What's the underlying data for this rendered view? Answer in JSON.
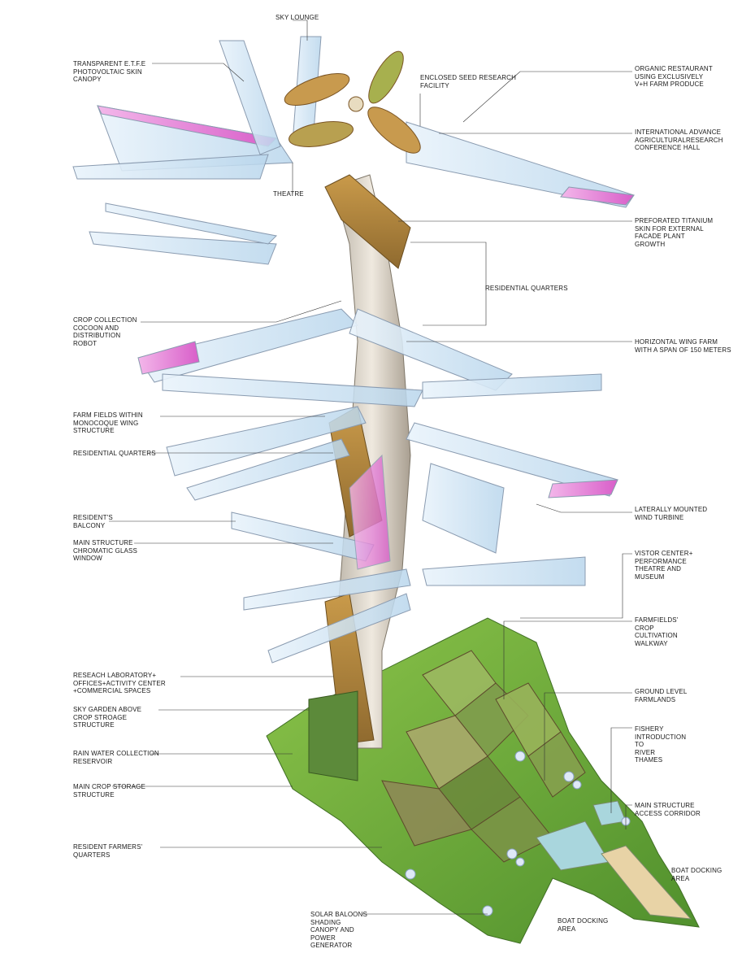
{
  "diagram": {
    "colors": {
      "ground_green": "#6fae3a",
      "wing_glass": "#cfe3f2",
      "wing_tip_magenta": "#e98ad8",
      "core_concrete": "#d8d2c8",
      "leader_line": "#333333"
    },
    "labels": {
      "sky_lounge": "SKY LOUNGE",
      "etfe_canopy": "TRANSPARENT E.T.F.E\nPHOTOVOLTAIC SKIN\nCANOPY",
      "seed_research": "ENCLOSED SEED RESEARCH\nFACILITY",
      "organic_restaurant": "ORGANIC RESTAURANT\nUSING EXCLUSIVELY\nV+H FARM PRODUCE",
      "conference_hall": "INTERNATIONAL ADVANCE\nAGRICULTURALRESEARCH\nCONFERENCE HALL",
      "theatre": "THEATRE",
      "titanium_skin": "PREFORATED TITANIUM\nSKIN FOR EXTERNAL\nFACADE PLANT\nGROWTH",
      "residential_upper": "RESIDENTIAL QUARTERS",
      "crop_robot": "CROP COLLECTION\nCOCOON AND\nDISTRIBUTION\nROBOT",
      "wing_farm": "HORIZONTAL WING FARM\nWITH A SPAN OF 150 METERS",
      "farm_fields": "FARM FIELDS WITHIN\nMONOCOQUE WING\nSTRUCTURE",
      "residential_left": "RESIDENTIAL QUARTERS",
      "balcony": "RESIDENT'S\nBALCONY",
      "wind_turbine": "LATERALLY MOUNTED\nWIND TURBINE",
      "chromatic_window": "MAIN STRUCTURE\nCHROMATIC GLASS\nWINDOW",
      "visitor_center": "VISTOR CENTER+\nPERFORMANCE\nTHEATRE AND\nMUSEUM",
      "cultivation_walkway": "FARMFIELDS'\nCROP\nCULTIVATION\nWALKWAY",
      "research_lab": "RESEACH LABORATORY+\nOFFICES+ACTIVITY CENTER\n+COMMERCIAL SPACES",
      "ground_farmlands": "GROUND LEVEL\nFARMLANDS",
      "sky_garden": "SKY GARDEN ABOVE\nCROP STROAGE\nSTRUCTURE",
      "fishery": "FISHERY\nINTRODUCTION\nTO\nRIVER\nTHAMES",
      "rain_water": "RAIN WATER COLLECTION\nRESERVOIR",
      "crop_storage": "MAIN CROP STORAGE\nSTRUCTURE",
      "access_corridor": "MAIN STRUCTURE\nACCESS CORRIDOR",
      "farmers_quarters": "RESIDENT FARMERS'\nQUARTERS",
      "boat_docking_right": "BOAT DOCKING\nAREA",
      "solar_baloons": "SOLAR BALOONS\nSHADING\nCANOPY AND\nPOWER\nGENERATOR",
      "boat_docking_bottom": "BOAT DOCKING\nAREA"
    }
  }
}
